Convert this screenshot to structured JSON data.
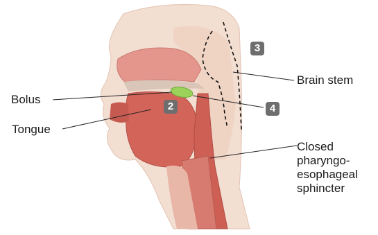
{
  "labels": {
    "bolus": "Bolus",
    "tongue": "Tongue",
    "brain_stem": "Brain stem",
    "closed_sphincter": "Closed pharyngo-esophageal sphincter"
  },
  "badges": {
    "b2": "2",
    "b3": "3",
    "b4": "4"
  },
  "colors": {
    "badge_fill": "#6e6e6e",
    "bolus": "#9bd35a",
    "tissue_pink": "#e8a39a",
    "tissue_red": "#c9584a",
    "leader_line": "#222222"
  }
}
